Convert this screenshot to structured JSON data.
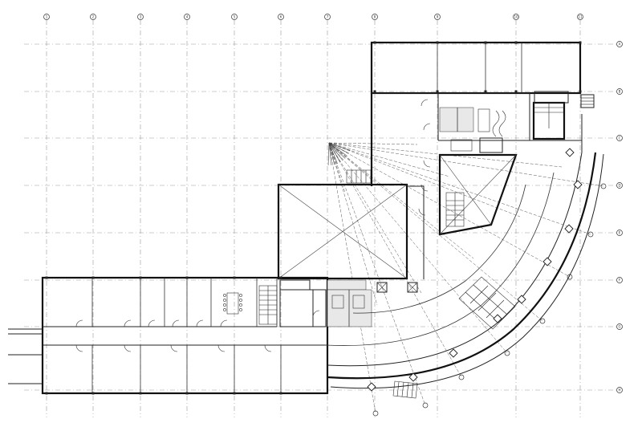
{
  "drawing": {
    "type": "architectural floor plan",
    "grid_columns": [
      "1",
      "2",
      "3",
      "4",
      "5",
      "6",
      "7",
      "8",
      "9",
      "10",
      "11"
    ],
    "grid_rows": [
      "A",
      "B",
      "C",
      "D",
      "E",
      "F",
      "G",
      "H"
    ],
    "colors": {
      "line": "#111111",
      "grid": "#9a9a9a",
      "background": "#ffffff"
    }
  },
  "rooms": {
    "west_wing": "office wing with meeting room",
    "central_hall": "open hall with roof diagonals",
    "north_block": "north block with stairs and lobby",
    "curved_wing": "curved gallery wing"
  }
}
